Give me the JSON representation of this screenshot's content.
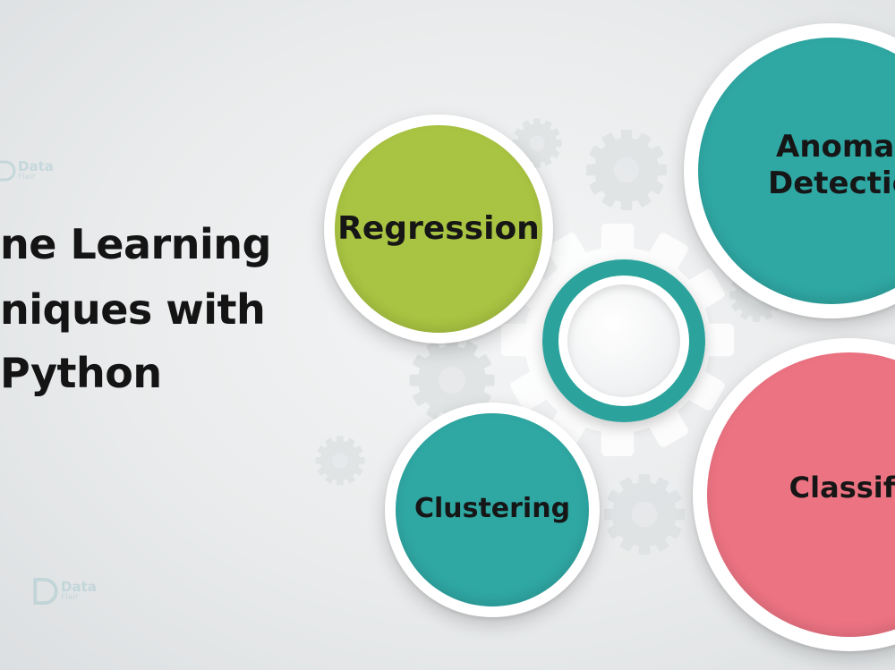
{
  "title": {
    "line1": "ne Learning",
    "line2": "niques with",
    "line3": "Python"
  },
  "watermark": {
    "brand": "Data",
    "sub": "Flair"
  },
  "techniques": {
    "regression": {
      "label": "Regression",
      "color": "#a9c442"
    },
    "anomaly_detection": {
      "label": "Anomal\nDetectio",
      "color": "#2fa7a3"
    },
    "clustering": {
      "label": "Clustering",
      "color": "#2fa7a3"
    },
    "classification": {
      "label": "Classificat",
      "color": "#ec7382"
    }
  },
  "colors": {
    "center_ring": "#2ba39c",
    "background": "#e9ebec"
  }
}
